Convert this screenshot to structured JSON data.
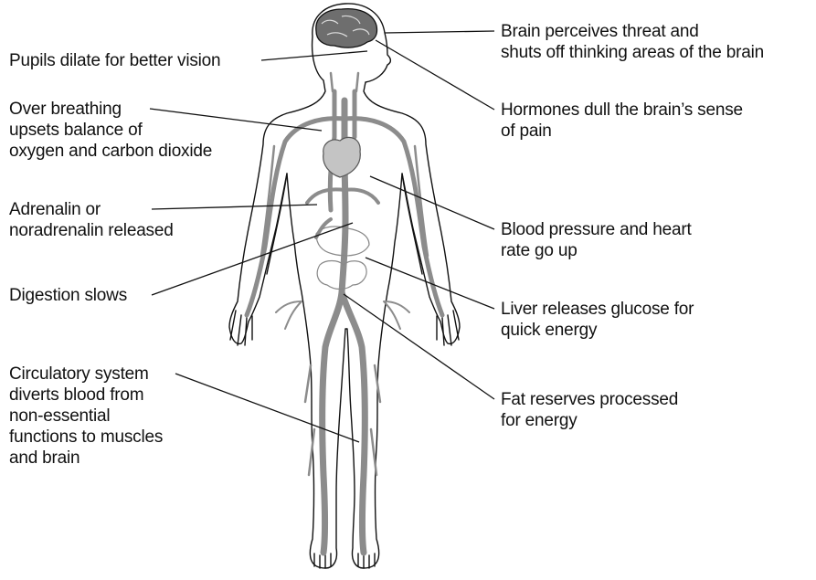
{
  "left_labels": {
    "pupils": [
      "Pupils dilate for better vision"
    ],
    "breathing": [
      "Over breathing",
      "upsets balance of",
      "oxygen and carbon dioxide"
    ],
    "adrenalin": [
      "Adrenalin or",
      "noradrenalin released"
    ],
    "digestion": [
      "Digestion slows"
    ],
    "circulatory": [
      "Circulatory system",
      "diverts blood from",
      "non-essential",
      "functions to muscles",
      "and brain"
    ]
  },
  "right_labels": {
    "brain": [
      "Brain perceives threat and",
      "shuts off thinking areas of the brain"
    ],
    "hormones": [
      "Hormones dull the brain’s sense",
      "of pain"
    ],
    "blood_pressure": [
      "Blood pressure and heart",
      "rate go up"
    ],
    "liver": [
      "Liver releases glucose for",
      "quick energy"
    ],
    "fat": [
      "Fat reserves processed",
      "for energy"
    ]
  },
  "colors": {
    "line": "#111111",
    "vessel": "#8c8c8c",
    "organ": "#c4c4c4",
    "brain": "#6e6e6e"
  }
}
